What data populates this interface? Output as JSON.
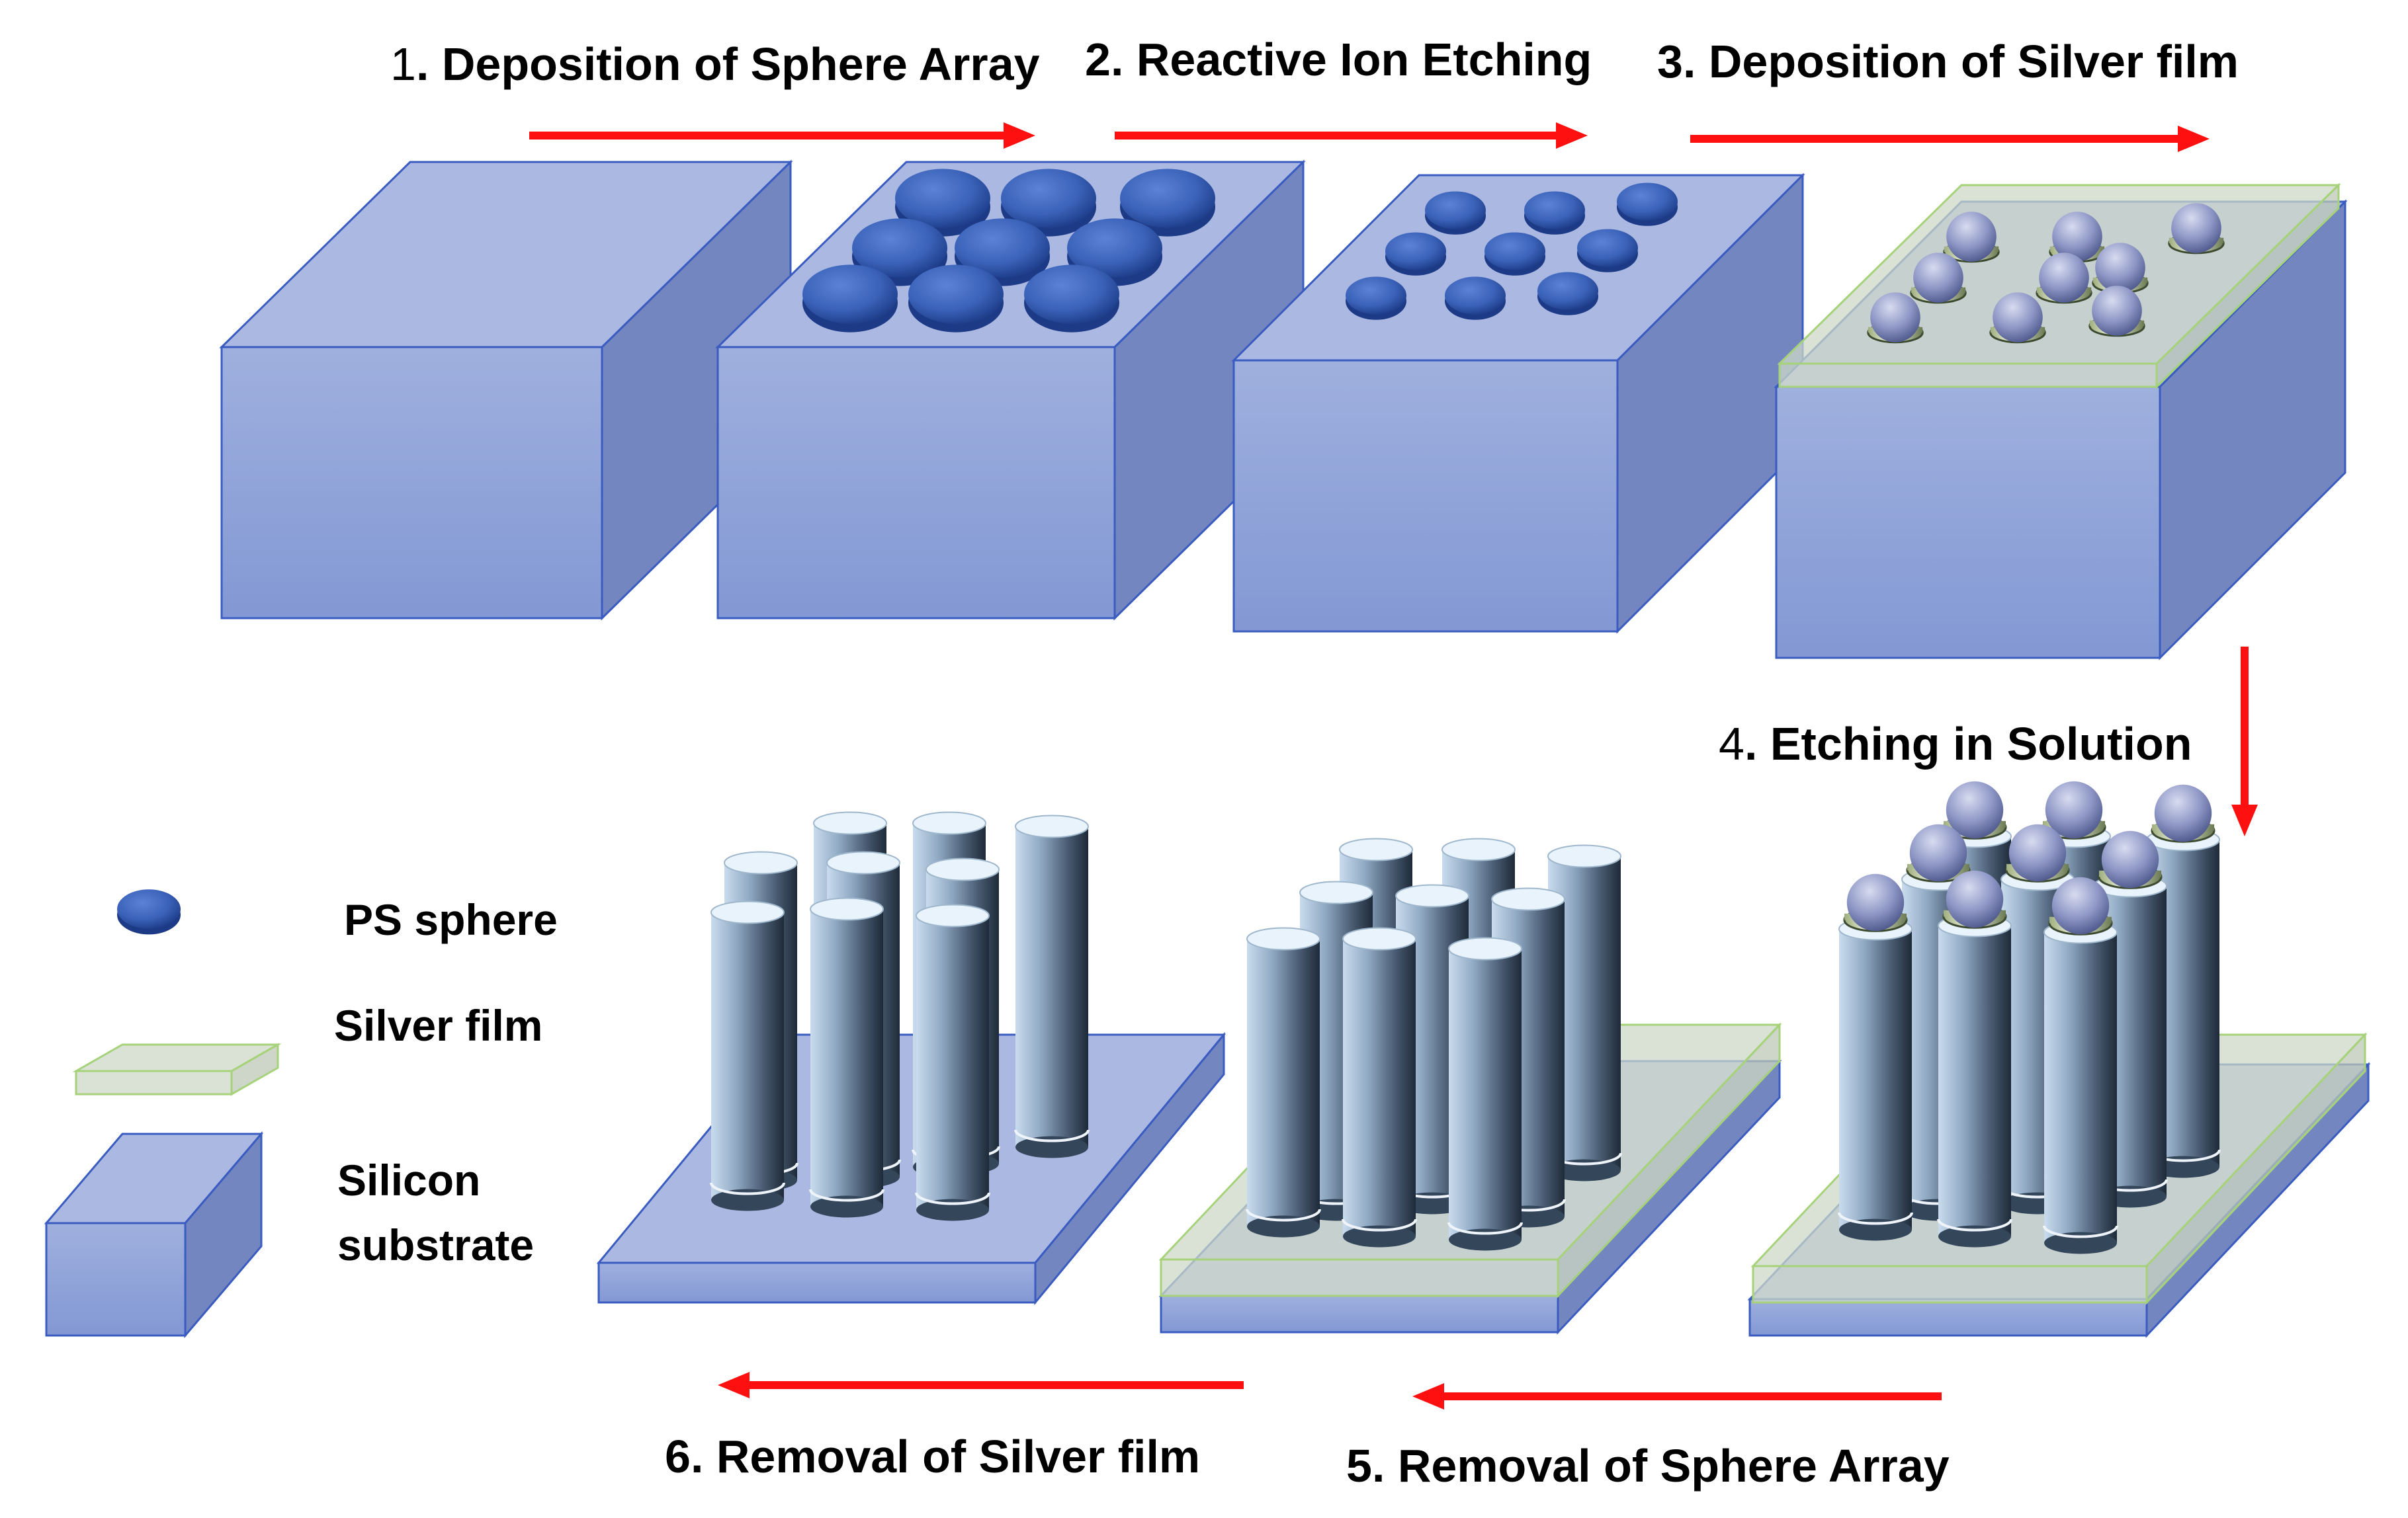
{
  "steps": [
    {
      "num": "1",
      "text": ". Deposition of Sphere Array"
    },
    {
      "num": "2",
      "text": ". Reactive Ion Etching"
    },
    {
      "num": "3",
      "text": ". Deposition of Silver film"
    },
    {
      "num": "4",
      "text": ". Etching in Solution"
    },
    {
      "num": "5",
      "text": ". Removal of Sphere Array"
    },
    {
      "num": "6",
      "text": ". Removal of Silver film"
    }
  ],
  "legend": {
    "ps_sphere": "PS sphere",
    "silver_film": "Silver film",
    "silicon_line1": "Silicon",
    "silicon_line2": "substrate"
  },
  "colors": {
    "arrow": "#ff1010",
    "silicon_front": "#8fa3d8",
    "silicon_top": "#aab8e2",
    "silicon_side": "#7486bf",
    "silicon_edge": "#3a5cc0",
    "sphere": "#3a62b8",
    "silver_fill": "#cdd8c8",
    "silver_edge": "#a6d27a",
    "pillar_light": "#e9f3fb",
    "pillar_dark": "#1e2a38"
  }
}
